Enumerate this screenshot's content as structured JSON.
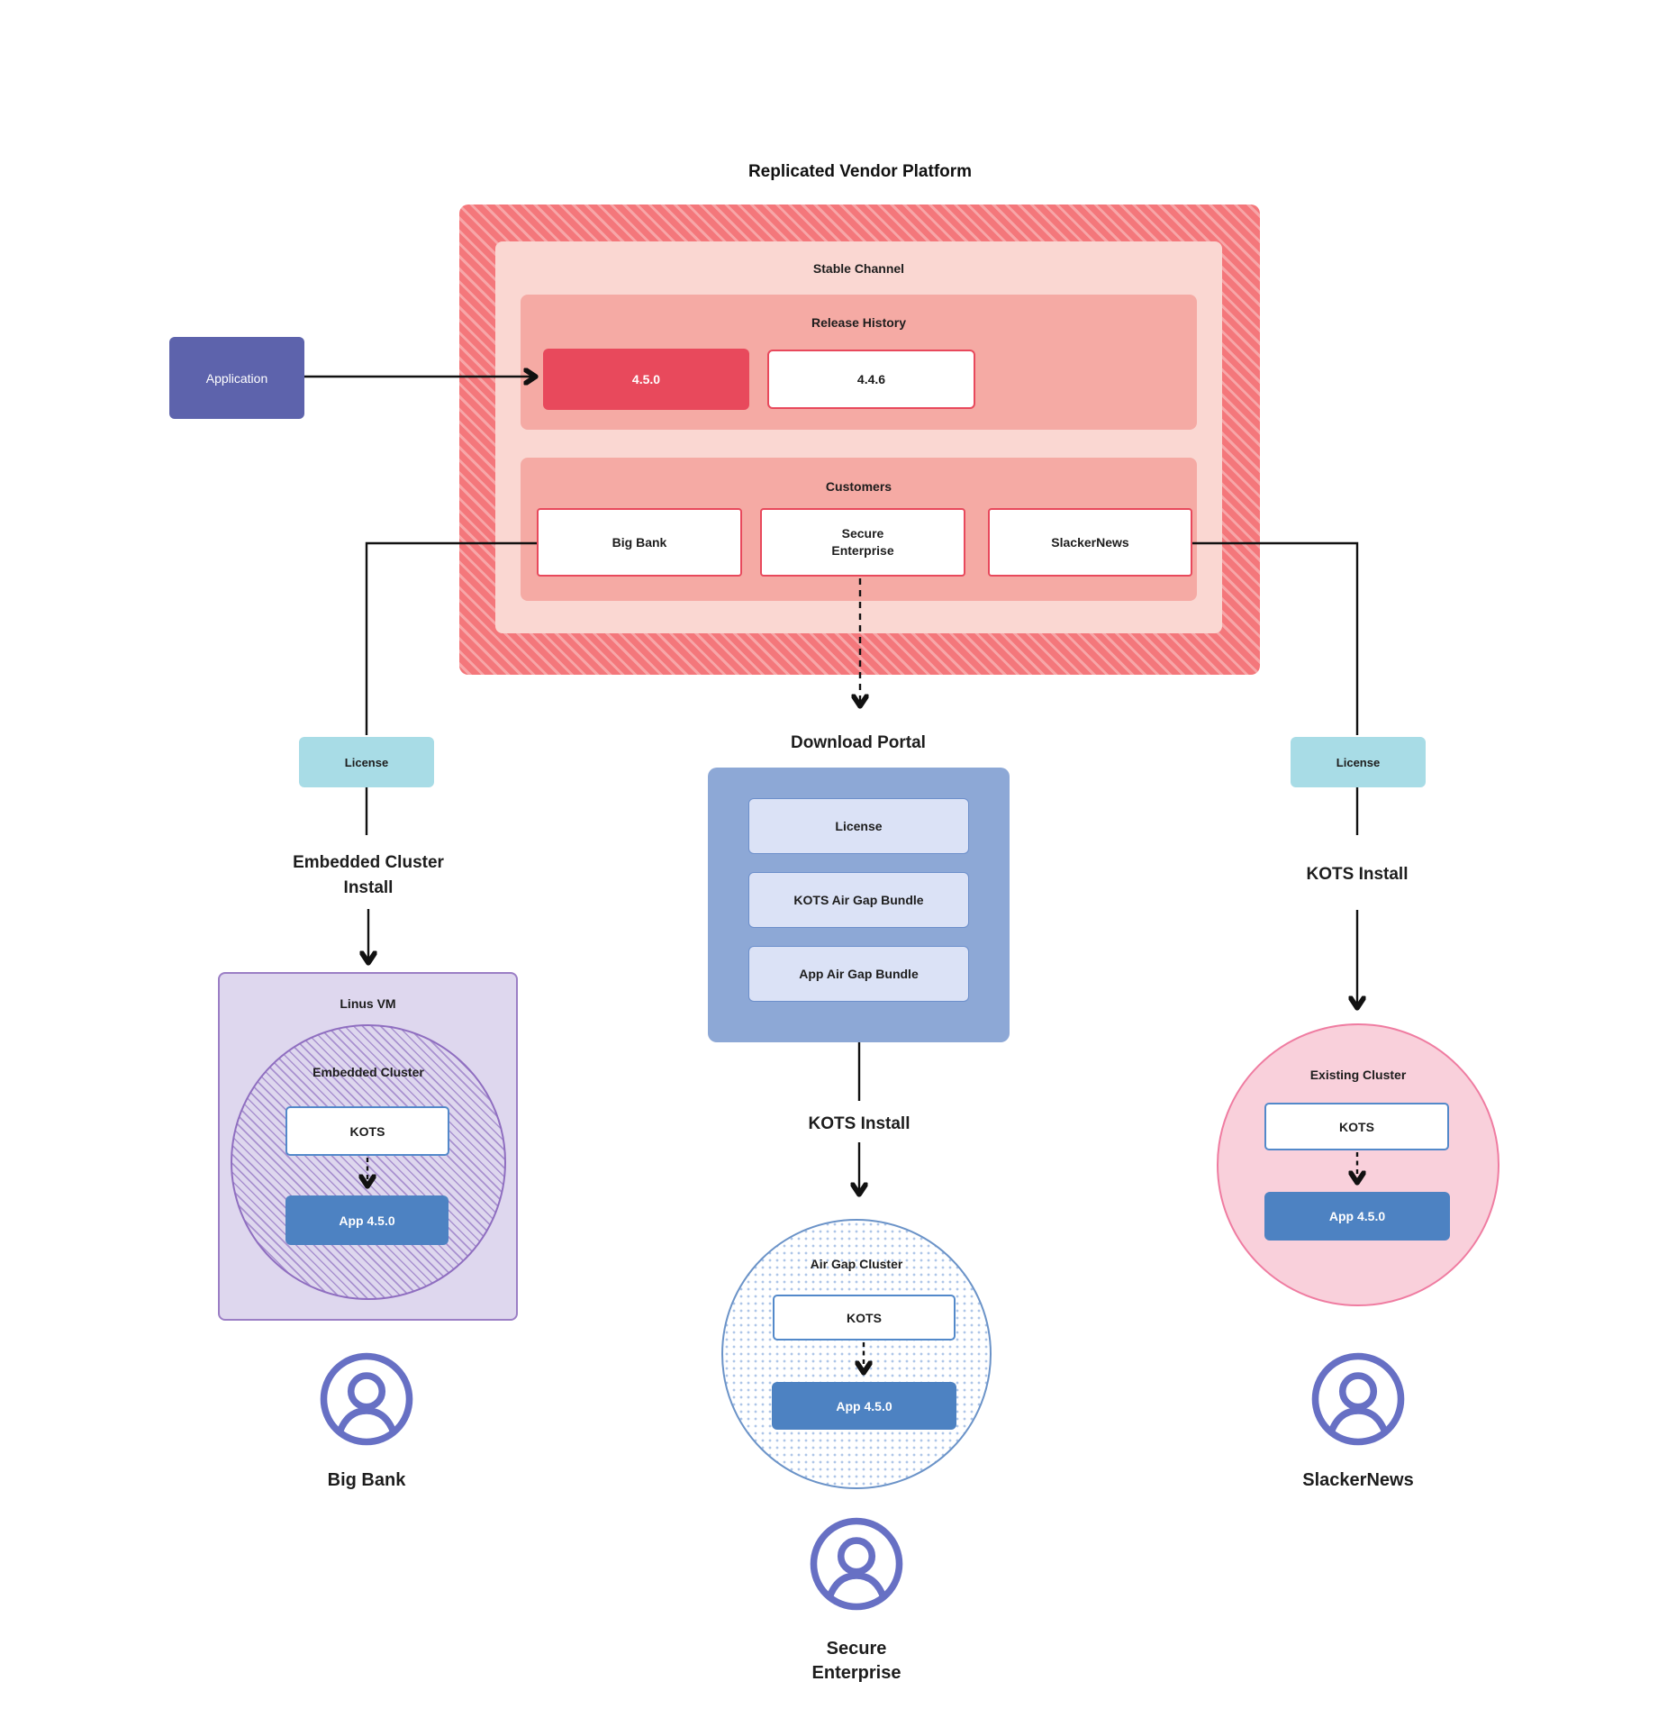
{
  "title": "Replicated Vendor Platform",
  "platform": {
    "stable_channel_label": "Stable Channel",
    "release_history_label": "Release History",
    "releases": [
      {
        "version": "4.5.0"
      },
      {
        "version": "4.4.6"
      }
    ],
    "customers_label": "Customers",
    "customers": [
      "Big Bank",
      "Secure Enterprise",
      "SlackerNews"
    ]
  },
  "application": {
    "label": "Application"
  },
  "left_flow": {
    "license_label": "License",
    "install_label": "Embedded Cluster Install",
    "vm_label": "Linus VM",
    "cluster_label": "Embedded Cluster",
    "kots_label": "KOTS",
    "app_label": "App 4.5.0",
    "persona_label": "Big Bank"
  },
  "middle_flow": {
    "portal_title": "Download Portal",
    "portal_items": [
      "License",
      "KOTS Air Gap Bundle",
      "App Air Gap Bundle"
    ],
    "install_label": "KOTS Install",
    "cluster_label": "Air Gap Cluster",
    "kots_label": "KOTS",
    "app_label": "App 4.5.0",
    "persona_label": "Secure Enterprise"
  },
  "right_flow": {
    "license_label": "License",
    "install_label": "KOTS Install",
    "cluster_label": "Existing Cluster",
    "kots_label": "KOTS",
    "app_label": "App 4.5.0",
    "persona_label": "SlackerNews"
  },
  "colors": {
    "red": "#e8495c",
    "hatchDark": "#f4777b",
    "hatchLight": "#f7a6a8",
    "pinkLight": "#fad7d2",
    "salmon": "#f5aaa4",
    "indigo": "#5d63ac",
    "teal": "#a8dce6",
    "lavender": "#ded7ee",
    "purpleBorder": "#9b7ec5",
    "purpleHatch": "#a891cf",
    "appBlue": "#4d82c2",
    "kotsBorder": "#5389ca",
    "portalBlue": "#8da8d6",
    "itemBg": "#dbe2f6",
    "itemBorder": "#6c8fcb",
    "airgapBorder": "#6b93c8",
    "airgapDot": "#aec6e8",
    "pinkFill": "#f9d0db",
    "pinkBorder": "#ef7ca1",
    "persona": "#6770c4",
    "line": "#111111",
    "text": "#1d1d1d"
  }
}
